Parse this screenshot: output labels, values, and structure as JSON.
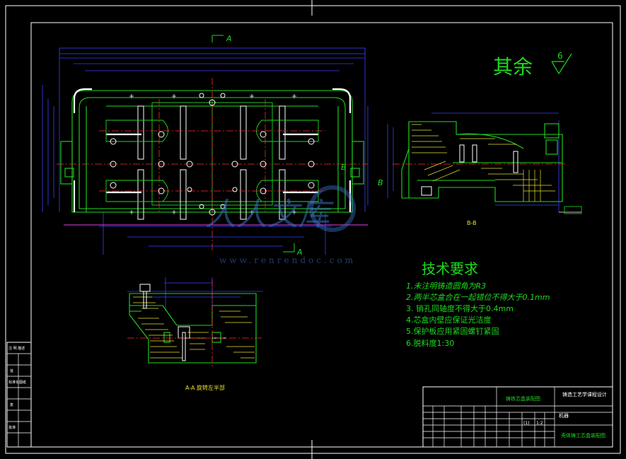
{
  "roughness": {
    "label": "其余",
    "value": "6"
  },
  "section_labels": {
    "a_top": "A",
    "a_bottom": "A",
    "b_left": "B",
    "b_right": "B",
    "bb_title": "B-B",
    "aa_title": "A-A 旋转左半部"
  },
  "tech_requirements": {
    "title": "技术要求",
    "items": [
      "1.未注明铸造圆角为R3",
      "2.两半芯盒合在一起错位不得大于0.1mm",
      "3. 销孔同轴度不得大于0.4mm",
      "4.芯盒内壁应保证光洁度",
      "5.保护板应用紧固螺钉紧固",
      "6.脱料度1:30"
    ]
  },
  "title_block": {
    "part_name": "铸铁芯盒装配图",
    "school": "铸造工艺学课程设计",
    "class": "机器",
    "drawing_name": "壳体铸工芯盒装配图",
    "scale": "1:2",
    "sheet": "(1)"
  },
  "revision_block": [
    "注 明 描述",
    "批",
    "标准化图纸",
    "复",
    "批准"
  ],
  "watermark": {
    "logo": "人人文库",
    "url": "www.renrendoc.com"
  },
  "colors": {
    "background": "#000000",
    "frame": "#ffffff",
    "outline": "#1fd91f",
    "dimension": "#3b3bff",
    "centerline": "#ff2a2a",
    "hatch": "#e8e030",
    "text_green": "#1fd91f"
  }
}
